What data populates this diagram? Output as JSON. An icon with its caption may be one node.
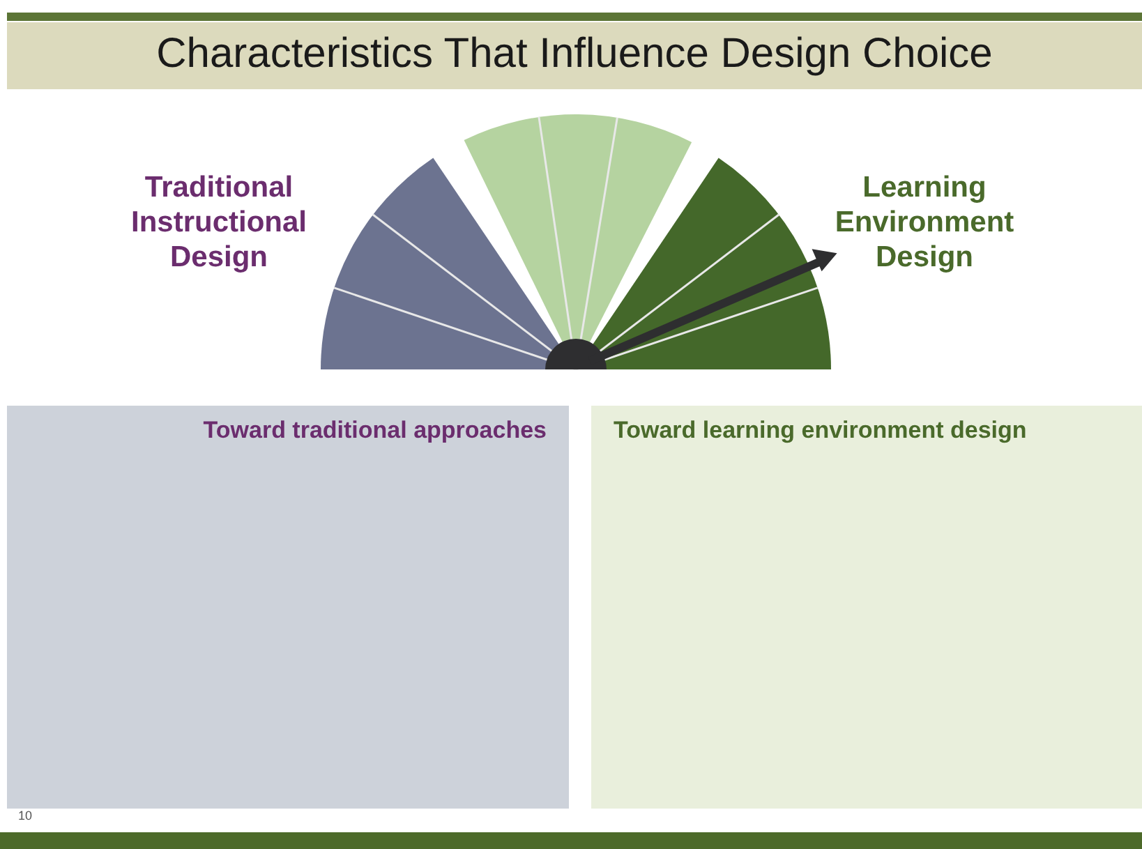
{
  "diagram": {
    "title": "Characteristics That Influence Design Choice",
    "nodes": [
      {
        "text": [
          "Toward traditional approaches"
        ]
      },
      {
        "text": [
          "Toward learning environment design"
        ]
      }
    ],
    "edges": [],
    "labels": [
      "Traditional Instructional Design",
      "Learning Environment Design",
      "10"
    ]
  }
}
